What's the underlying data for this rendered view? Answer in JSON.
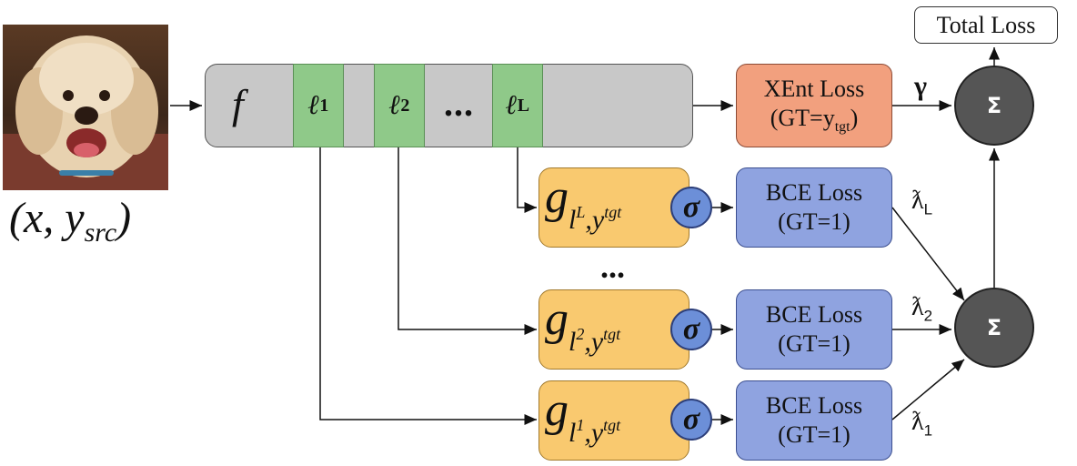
{
  "input": {
    "label": "(x, y",
    "label_sub": "src",
    "label_close": ")"
  },
  "backbone": {
    "name": "f",
    "layers": [
      {
        "symbol": "ℓ",
        "sub": "1"
      },
      {
        "symbol": "ℓ",
        "sub": "2"
      },
      {
        "symbol": "ℓ",
        "sub": "L"
      }
    ],
    "ellipsis": "..."
  },
  "xent": {
    "line1": "XEnt Loss",
    "line2_prefix": "(GT=y",
    "line2_sub": "tgt",
    "line2_suffix": ")"
  },
  "gamma": "γ",
  "heads": [
    {
      "g": "g",
      "layer_sub": "l",
      "layer_idx": "L",
      "y": "y",
      "y_sub": "tgt",
      "sigma": "σ"
    },
    {
      "g": "g",
      "layer_sub": "l",
      "layer_idx": "2",
      "y": "y",
      "y_sub": "tgt",
      "sigma": "σ"
    },
    {
      "g": "g",
      "layer_sub": "l",
      "layer_idx": "1",
      "y": "y",
      "y_sub": "tgt",
      "sigma": "σ"
    }
  ],
  "heads_ellipsis": "...",
  "bce": [
    {
      "line1": "BCE Loss",
      "line2": "(GT=1)"
    },
    {
      "line1": "BCE Loss",
      "line2": "(GT=1)"
    },
    {
      "line1": "BCE Loss",
      "line2": "(GT=1)"
    }
  ],
  "weights": [
    {
      "symbol": "ƛ",
      "sub": "L"
    },
    {
      "symbol": "ƛ",
      "sub": "2"
    },
    {
      "symbol": "ƛ",
      "sub": "1"
    }
  ],
  "sum_symbol": "Σ",
  "total": "Total Loss",
  "colors": {
    "backbone": "#c8c8c8",
    "layer": "#8fc989",
    "xent": "#f2a07e",
    "bce": "#8fa3e0",
    "head": "#f9c96f",
    "sum": "#555555"
  }
}
